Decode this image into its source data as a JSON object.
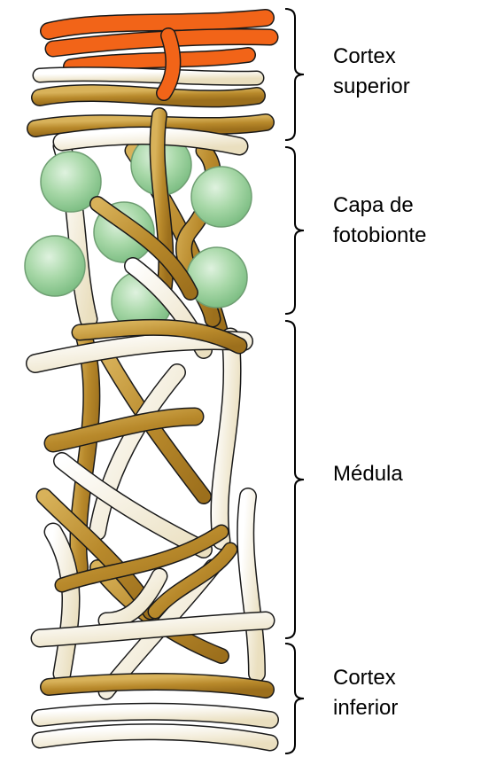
{
  "layers": [
    {
      "id": "cortex-superior",
      "label": "Cortex\nsuperior"
    },
    {
      "id": "capa-fotobionte",
      "label": "Capa de\nfotobionte"
    },
    {
      "id": "medula",
      "label": "Médula"
    },
    {
      "id": "cortex-inferior",
      "label": "Cortex\ninferior"
    }
  ],
  "colors": {
    "orange_hypha": "#f26418",
    "brown_hypha": "#b8892b",
    "cream_hypha": "#f3ead2",
    "photobiont": "#a8d8a8",
    "outline": "#1a1a1a"
  }
}
